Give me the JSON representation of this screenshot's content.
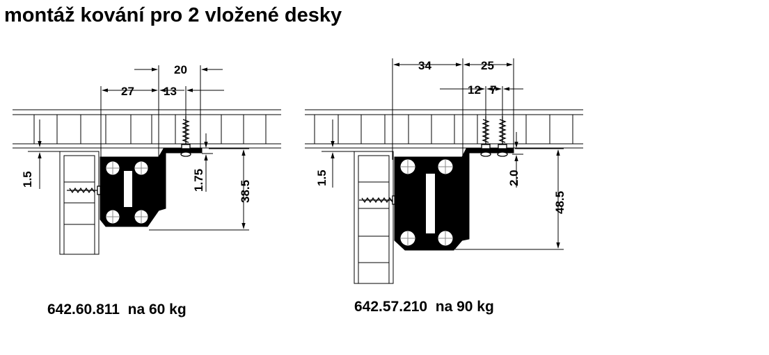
{
  "title": "montáž kování pro 2 vložené desky",
  "left": {
    "caption": "642.60.811  na 60 kg",
    "dims": {
      "d20": "20",
      "d27": "27",
      "d13": "13",
      "d1_5": "1.5",
      "d1_75": "1.75",
      "d38_5": "38.5"
    }
  },
  "right": {
    "caption": "642.57.210  na 90 kg",
    "dims": {
      "d34": "34",
      "d25": "25",
      "d12": "12",
      "d7": "7",
      "d1_5": "1.5",
      "d2_0": "2.0",
      "d48_5": "48.5"
    }
  }
}
